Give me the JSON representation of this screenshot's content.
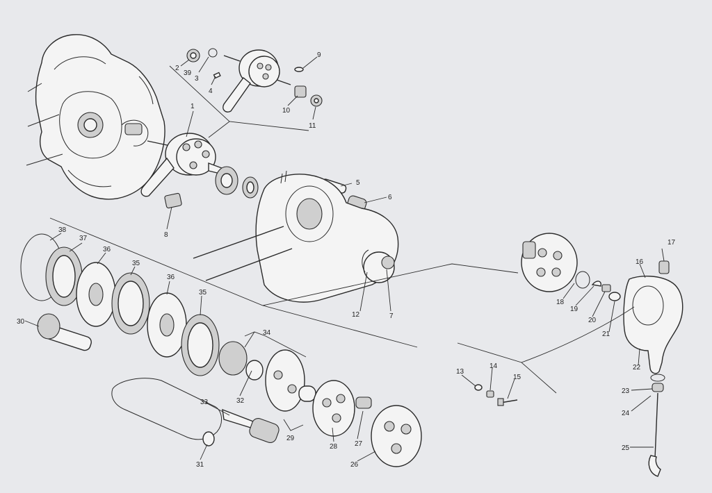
{
  "diagram": {
    "colors": {
      "paper": "#e8e9ec",
      "ink": "#2a2a2a"
    },
    "callouts": [
      {
        "id": "c1",
        "text": "1"
      },
      {
        "id": "c2",
        "text": "2"
      },
      {
        "id": "c39",
        "text": "39"
      },
      {
        "id": "c3",
        "text": "3"
      },
      {
        "id": "c4",
        "text": "4"
      },
      {
        "id": "c9",
        "text": "9"
      },
      {
        "id": "c10",
        "text": "10"
      },
      {
        "id": "c11",
        "text": "11"
      },
      {
        "id": "c5",
        "text": "5"
      },
      {
        "id": "c6",
        "text": "6"
      },
      {
        "id": "c8",
        "text": "8"
      },
      {
        "id": "c12",
        "text": "12"
      },
      {
        "id": "c7",
        "text": "7"
      },
      {
        "id": "c38",
        "text": "38"
      },
      {
        "id": "c37",
        "text": "37"
      },
      {
        "id": "c36a",
        "text": "36"
      },
      {
        "id": "c35a",
        "text": "35"
      },
      {
        "id": "c36b",
        "text": "36"
      },
      {
        "id": "c35b",
        "text": "35"
      },
      {
        "id": "c30",
        "text": "30"
      },
      {
        "id": "c34",
        "text": "34"
      },
      {
        "id": "c32",
        "text": "32"
      },
      {
        "id": "c33",
        "text": "33"
      },
      {
        "id": "c29",
        "text": "29"
      },
      {
        "id": "c28",
        "text": "28"
      },
      {
        "id": "c27",
        "text": "27"
      },
      {
        "id": "c26",
        "text": "26"
      },
      {
        "id": "c31",
        "text": "31"
      },
      {
        "id": "c13",
        "text": "13"
      },
      {
        "id": "c14",
        "text": "14"
      },
      {
        "id": "c15",
        "text": "15"
      },
      {
        "id": "c17",
        "text": "17"
      },
      {
        "id": "c16",
        "text": "16"
      },
      {
        "id": "c18",
        "text": "18"
      },
      {
        "id": "c19",
        "text": "19"
      },
      {
        "id": "c20",
        "text": "20"
      },
      {
        "id": "c21",
        "text": "21"
      },
      {
        "id": "c22",
        "text": "22"
      },
      {
        "id": "c23",
        "text": "23"
      },
      {
        "id": "c24",
        "text": "24"
      },
      {
        "id": "c25",
        "text": "25"
      }
    ]
  }
}
